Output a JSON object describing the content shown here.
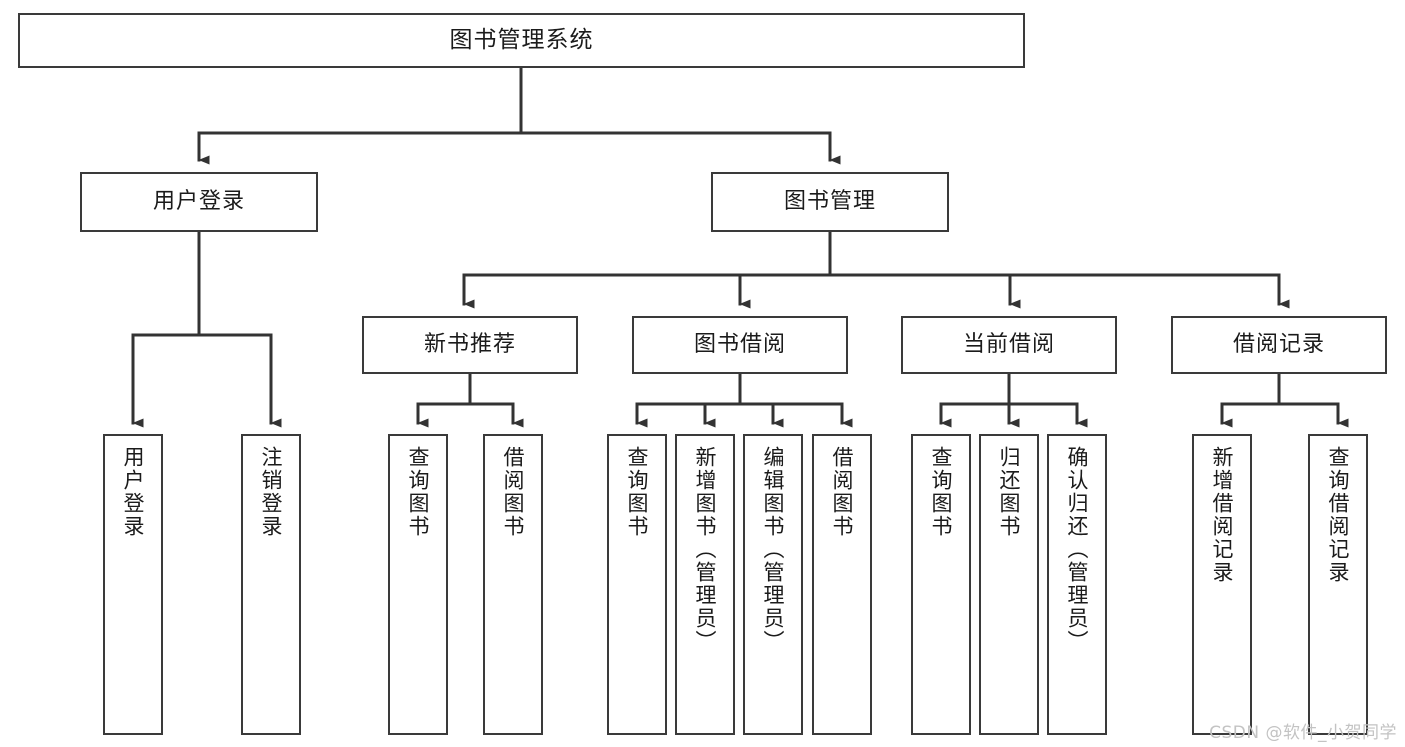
{
  "diagram": {
    "title": "图书管理系统",
    "watermark": "CSDN @软件_小贺同学",
    "colors": {
      "background": "#ffffff",
      "box_border": "#3a3a3a",
      "box_fill": "#ffffff",
      "connector": "#333333",
      "text": "#1b1b1b",
      "watermark": "#c3c3c3"
    }
  },
  "nodes": {
    "root": {
      "label": "图书管理系统"
    },
    "level2": [
      {
        "label": "用户登录"
      },
      {
        "label": "图书管理"
      }
    ],
    "level3": [
      {
        "label": "新书推荐"
      },
      {
        "label": "图书借阅"
      },
      {
        "label": "当前借阅"
      },
      {
        "label": "借阅记录"
      }
    ],
    "leaves": {
      "user_login": [
        {
          "label": "用户登录"
        },
        {
          "label": "注销登录"
        }
      ],
      "new_book": [
        {
          "label": "查询图书"
        },
        {
          "label": "借阅图书"
        }
      ],
      "book_borrow": [
        {
          "label": "查询图书"
        },
        {
          "label": "新增图书（管理员）"
        },
        {
          "label": "编辑图书（管理员）"
        },
        {
          "label": "借阅图书"
        }
      ],
      "current_borrow": [
        {
          "label": "查询图书"
        },
        {
          "label": "归还图书"
        },
        {
          "label": "确认归还（管理员）"
        }
      ],
      "borrow_record": [
        {
          "label": "新增借阅记录"
        },
        {
          "label": "查询借阅记录"
        }
      ]
    }
  }
}
